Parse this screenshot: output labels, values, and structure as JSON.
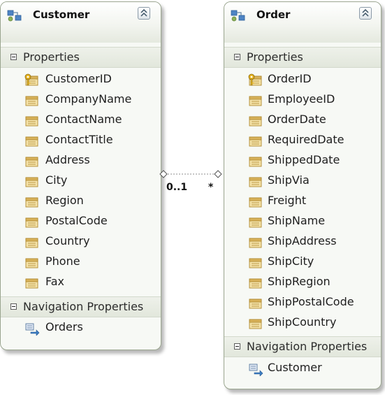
{
  "customer": {
    "title": "Customer",
    "properties_label": "Properties",
    "properties": [
      {
        "name": "CustomerID",
        "key": true
      },
      {
        "name": "CompanyName",
        "key": false
      },
      {
        "name": "ContactName",
        "key": false
      },
      {
        "name": "ContactTitle",
        "key": false
      },
      {
        "name": "Address",
        "key": false
      },
      {
        "name": "City",
        "key": false
      },
      {
        "name": "Region",
        "key": false
      },
      {
        "name": "PostalCode",
        "key": false
      },
      {
        "name": "Country",
        "key": false
      },
      {
        "name": "Phone",
        "key": false
      },
      {
        "name": "Fax",
        "key": false
      }
    ],
    "navigation_label": "Navigation Properties",
    "navigation": [
      {
        "name": "Orders"
      }
    ]
  },
  "order": {
    "title": "Order",
    "properties_label": "Properties",
    "properties": [
      {
        "name": "OrderID",
        "key": true
      },
      {
        "name": "EmployeeID",
        "key": false
      },
      {
        "name": "OrderDate",
        "key": false
      },
      {
        "name": "RequiredDate",
        "key": false
      },
      {
        "name": "ShippedDate",
        "key": false
      },
      {
        "name": "ShipVia",
        "key": false
      },
      {
        "name": "Freight",
        "key": false
      },
      {
        "name": "ShipName",
        "key": false
      },
      {
        "name": "ShipAddress",
        "key": false
      },
      {
        "name": "ShipCity",
        "key": false
      },
      {
        "name": "ShipRegion",
        "key": false
      },
      {
        "name": "ShipPostalCode",
        "key": false
      },
      {
        "name": "ShipCountry",
        "key": false
      }
    ],
    "navigation_label": "Navigation Properties",
    "navigation": [
      {
        "name": "Customer"
      }
    ]
  },
  "association": {
    "customer_end": "0..1",
    "order_end": "*"
  },
  "colors": {
    "entity_background": "#f7f9f5",
    "entity_border": "#9aa58f",
    "section_header": "#e2e7dc",
    "property_icon": "#d8b25a",
    "key_icon": "#e6b31e",
    "connector": "#8c8c8c"
  },
  "icons": {
    "entity": "entity-icon",
    "collapse": "collapse-chevron-icon",
    "section_toggle": "minus-icon",
    "property": "property-icon",
    "key_property": "key-property-icon",
    "navigation_property": "navigation-property-icon"
  }
}
